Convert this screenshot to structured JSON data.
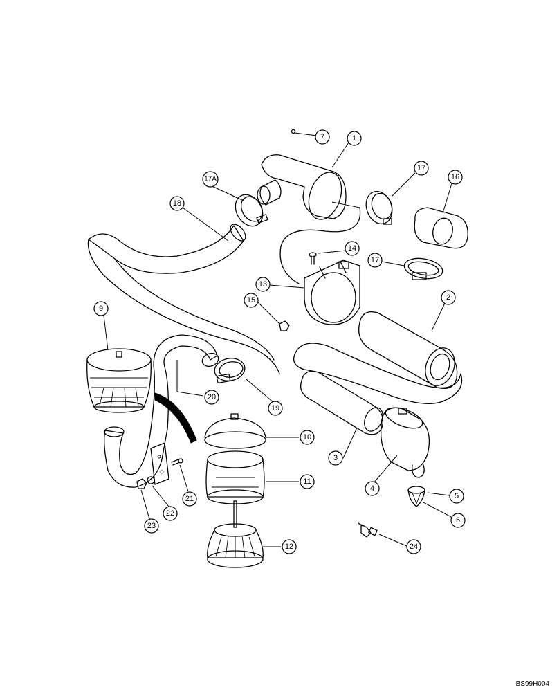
{
  "drawing_ref": "BS99H004",
  "callouts": [
    {
      "id": "c1",
      "label": "1"
    },
    {
      "id": "c2",
      "label": "2"
    },
    {
      "id": "c3",
      "label": "3"
    },
    {
      "id": "c4",
      "label": "4"
    },
    {
      "id": "c5",
      "label": "5"
    },
    {
      "id": "c6",
      "label": "6"
    },
    {
      "id": "c7",
      "label": "7"
    },
    {
      "id": "c9",
      "label": "9"
    },
    {
      "id": "c10",
      "label": "10"
    },
    {
      "id": "c11",
      "label": "11"
    },
    {
      "id": "c12",
      "label": "12"
    },
    {
      "id": "c13",
      "label": "13"
    },
    {
      "id": "c14",
      "label": "14"
    },
    {
      "id": "c15",
      "label": "15"
    },
    {
      "id": "c16",
      "label": "16"
    },
    {
      "id": "c17",
      "label": "17"
    },
    {
      "id": "c17b",
      "label": "17"
    },
    {
      "id": "c17a",
      "label": "17A"
    },
    {
      "id": "c18",
      "label": "18"
    },
    {
      "id": "c19",
      "label": "19"
    },
    {
      "id": "c20",
      "label": "20"
    },
    {
      "id": "c21",
      "label": "21"
    },
    {
      "id": "c22",
      "label": "22"
    },
    {
      "id": "c23",
      "label": "23"
    },
    {
      "id": "c24",
      "label": "24"
    }
  ]
}
